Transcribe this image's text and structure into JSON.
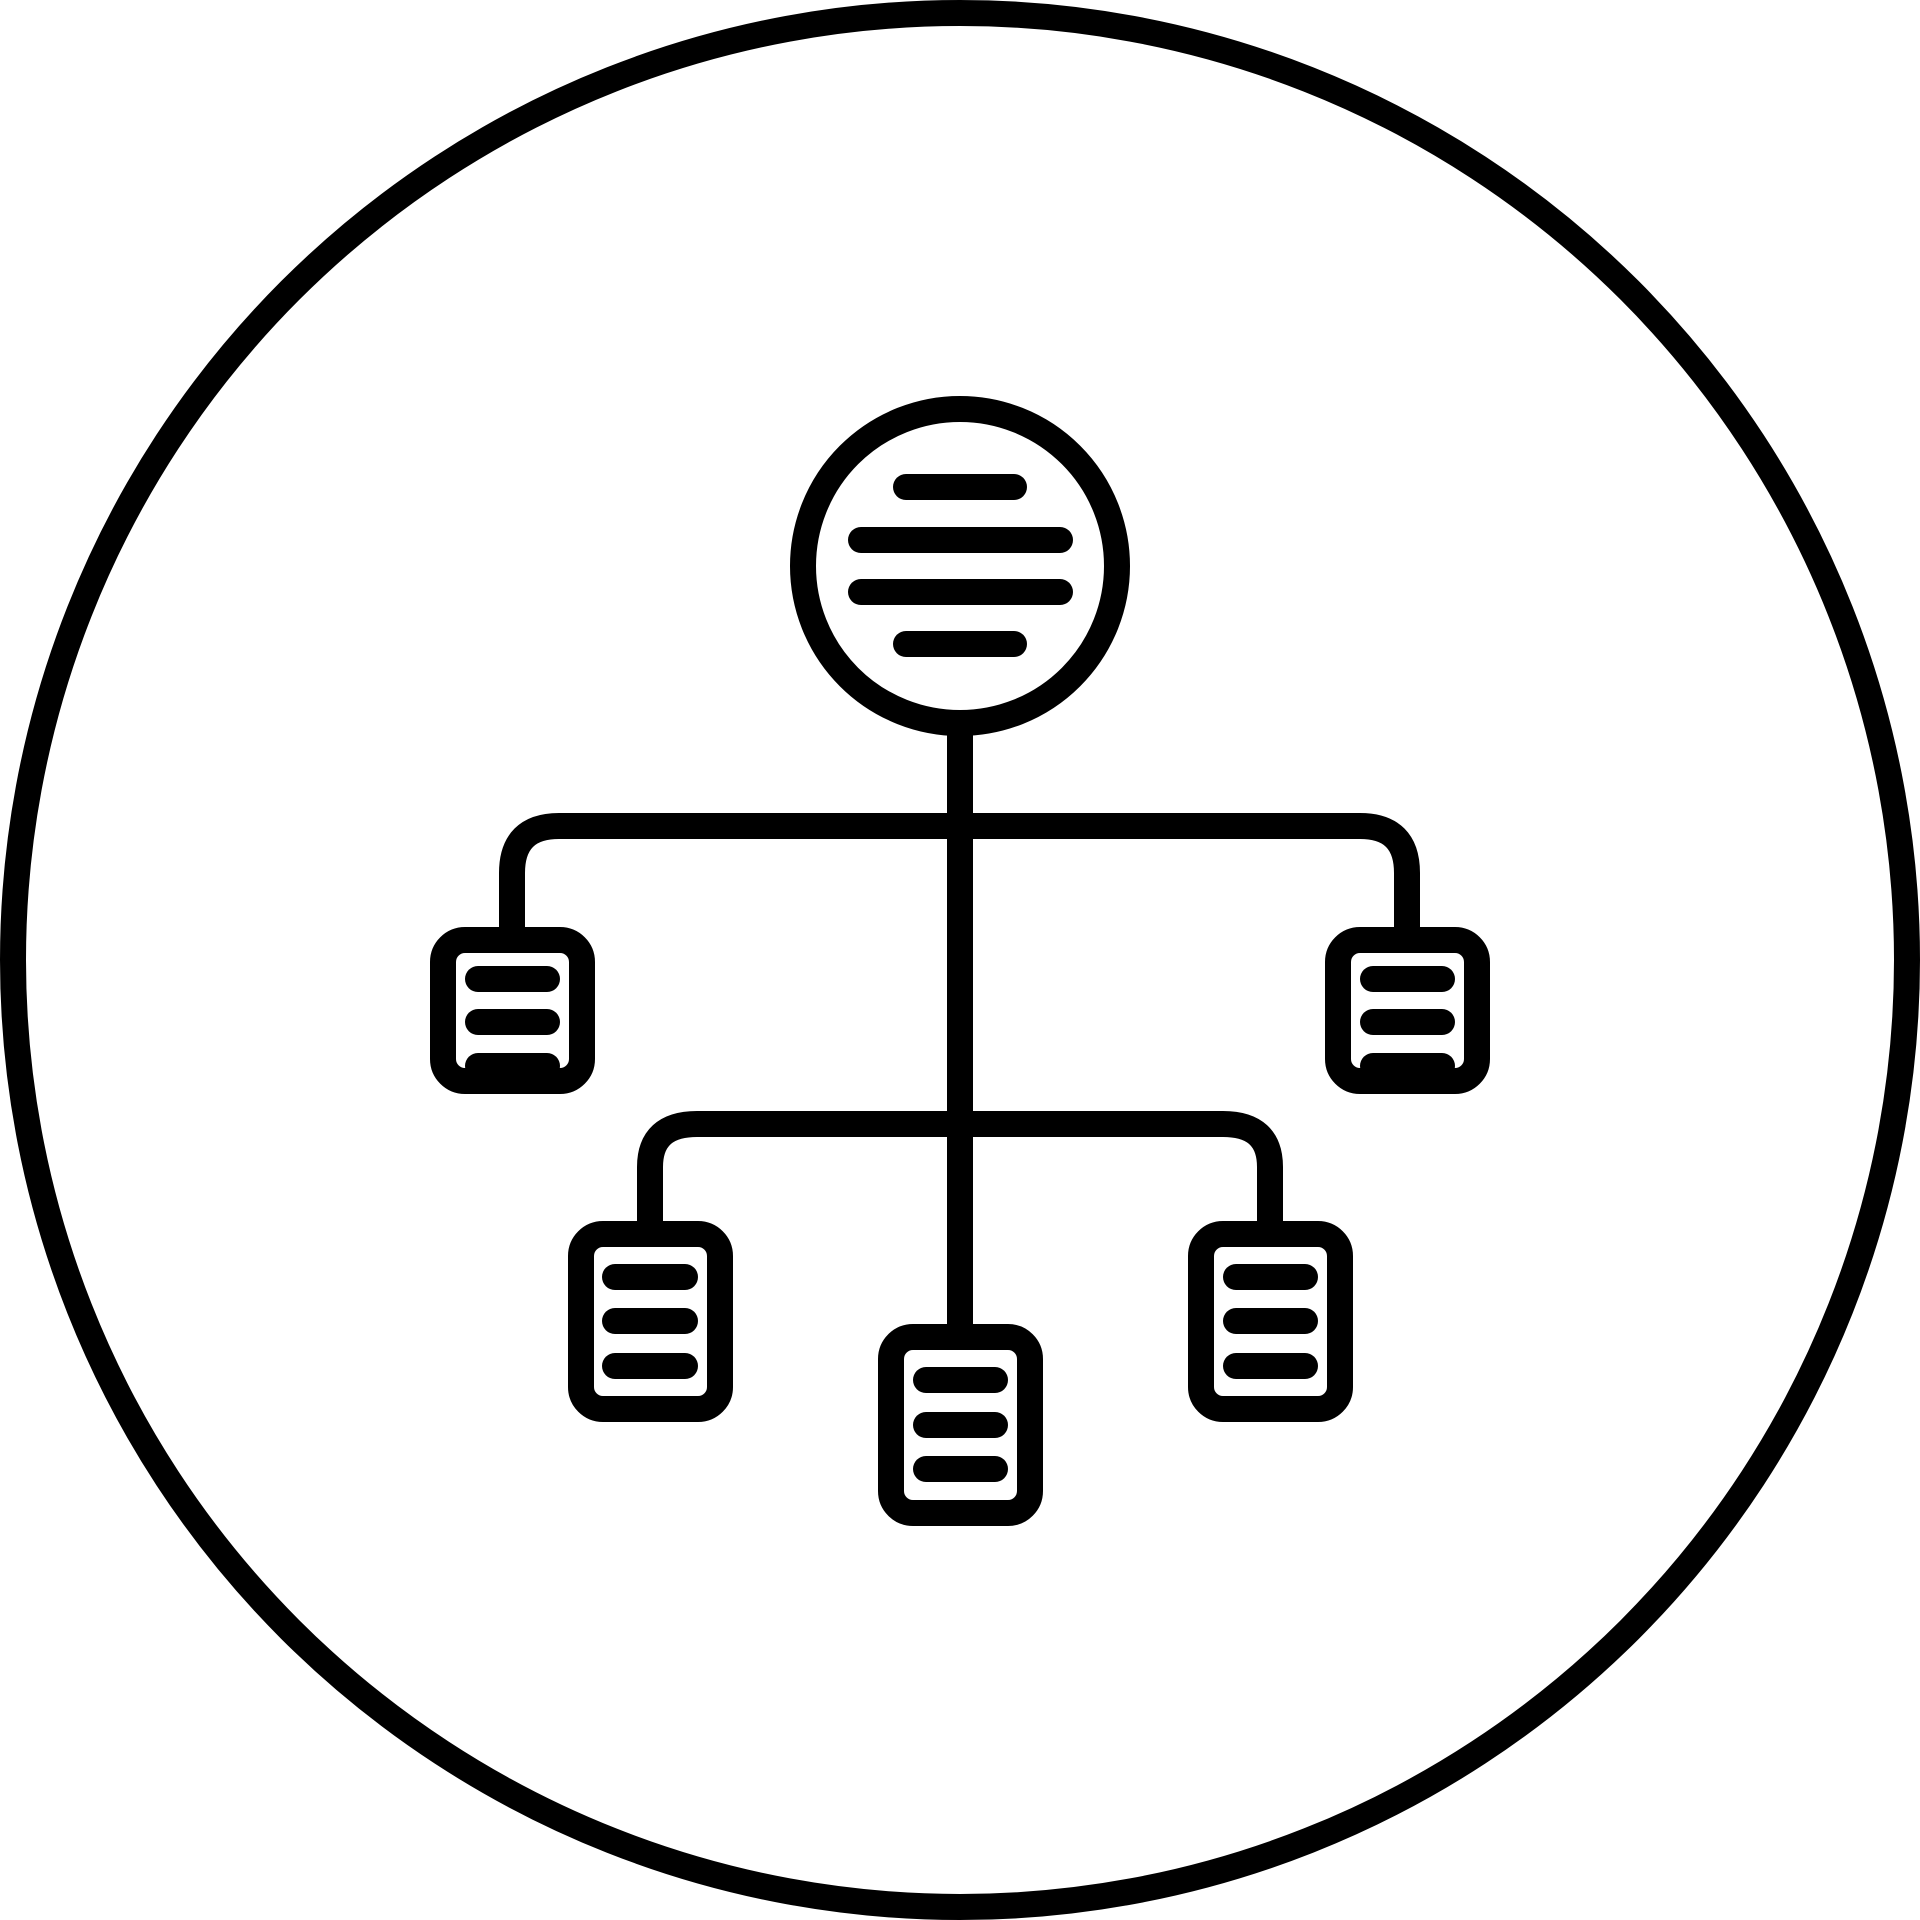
{
  "icon": {
    "name": "hierarchy-diagram-icon",
    "colors": {
      "stroke": "#000000",
      "background": "#ffffff"
    },
    "root_node": {
      "shape": "circle",
      "text_lines": 4
    },
    "child_nodes": [
      {
        "id": "top-left-node",
        "text_lines": 3
      },
      {
        "id": "top-right-node",
        "text_lines": 3
      },
      {
        "id": "bottom-left-node",
        "text_lines": 3
      },
      {
        "id": "bottom-center-node",
        "text_lines": 3
      },
      {
        "id": "bottom-right-node",
        "text_lines": 3
      }
    ]
  }
}
